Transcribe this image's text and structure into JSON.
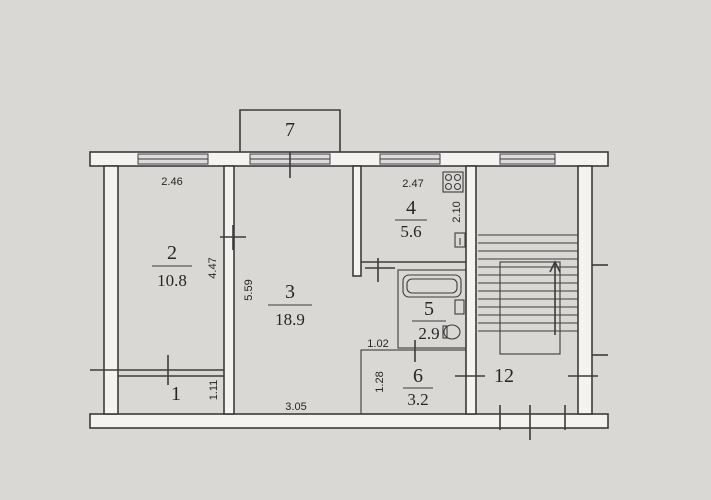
{
  "rooms": [
    {
      "id": "2",
      "area": "10.8"
    },
    {
      "id": "3",
      "area": "18.9"
    },
    {
      "id": "4",
      "area": "5.6"
    },
    {
      "id": "5",
      "area": "2.9"
    },
    {
      "id": "6",
      "area": "3.2"
    },
    {
      "id": "1",
      "area": ""
    },
    {
      "id": "7",
      "area": ""
    },
    {
      "id": "12",
      "area": ""
    }
  ],
  "dimensions": {
    "room2_width": "2.46",
    "room2_length": "4.47",
    "room3_length": "5.59",
    "room3_width": "3.05",
    "room4_width": "2.47",
    "room4_length": "2.10",
    "room1_depth": "1.11",
    "room6_width": "1.02",
    "room6_depth": "1.28"
  },
  "colors": {
    "paper": "#d9d8d5",
    "wall_fill": "#f4f3f0",
    "ink": "#3c3c3c"
  }
}
